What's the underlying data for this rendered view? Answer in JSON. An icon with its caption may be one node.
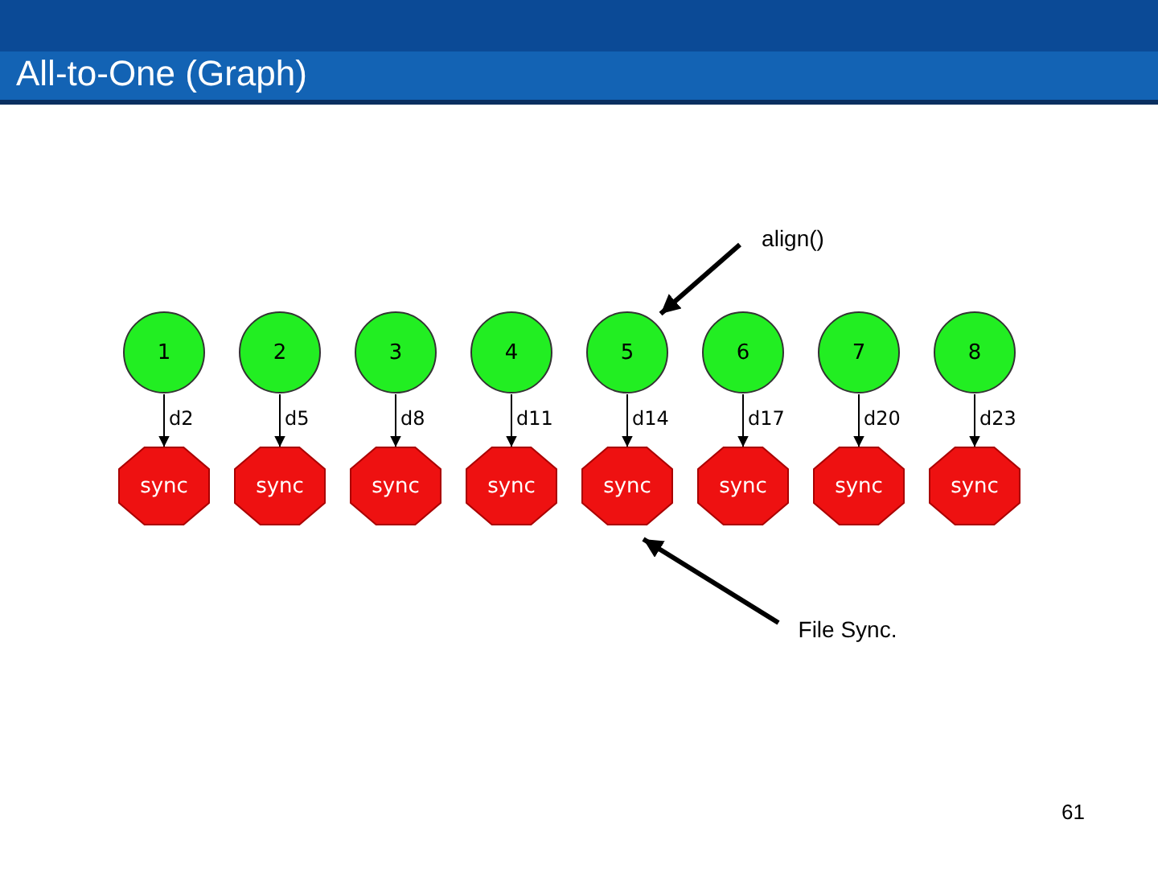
{
  "diagram": {
    "title": "All-to-One (Graph)",
    "nodes": [
      {
        "text": [
          "1"
        ]
      },
      {
        "text": [
          "2"
        ]
      },
      {
        "text": [
          "3"
        ]
      },
      {
        "text": [
          "4"
        ]
      },
      {
        "text": [
          "5"
        ]
      },
      {
        "text": [
          "6"
        ]
      },
      {
        "text": [
          "7"
        ]
      },
      {
        "text": [
          "8"
        ]
      },
      {
        "text": [
          "sync"
        ]
      },
      {
        "text": [
          "sync"
        ]
      },
      {
        "text": [
          "sync"
        ]
      },
      {
        "text": [
          "sync"
        ]
      },
      {
        "text": [
          "sync"
        ]
      },
      {
        "text": [
          "sync"
        ]
      },
      {
        "text": [
          "sync"
        ]
      },
      {
        "text": [
          "sync"
        ]
      },
      {
        "text": [
          "align()"
        ]
      },
      {
        "text": [
          "File Sync."
        ]
      }
    ],
    "edges": [
      {
        "from": 0,
        "to": 8,
        "arrow": "to",
        "label": "d2"
      },
      {
        "from": 1,
        "to": 9,
        "arrow": "to",
        "label": "d5"
      },
      {
        "from": 2,
        "to": 10,
        "arrow": "to",
        "label": "d8"
      },
      {
        "from": 3,
        "to": 11,
        "arrow": "to",
        "label": "d11"
      },
      {
        "from": 4,
        "to": 12,
        "arrow": "to",
        "label": "d14"
      },
      {
        "from": 5,
        "to": 13,
        "arrow": "to",
        "label": "d17"
      },
      {
        "from": 6,
        "to": 14,
        "arrow": "to",
        "label": "d20"
      },
      {
        "from": 7,
        "to": 15,
        "arrow": "to",
        "label": "d23"
      },
      {
        "from": 16,
        "to": 4,
        "arrow": "to",
        "style": "thick"
      },
      {
        "from": 17,
        "to": 12,
        "arrow": "to",
        "style": "thick"
      }
    ],
    "labels": [
      "61"
    ]
  }
}
